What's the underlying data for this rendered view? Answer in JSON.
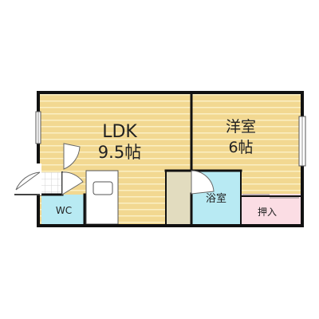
{
  "floorplan": {
    "colors": {
      "wood": "#f2d891",
      "wood_line": "#fbefc4",
      "tile": "#b8eaf3",
      "closet": "#fbdde4",
      "storage": "#e2dcbf",
      "wall": "#111111",
      "fixture": "#888888"
    },
    "rooms": {
      "ldk": {
        "name": "LDK",
        "size": "9.5帖"
      },
      "western": {
        "name": "洋室",
        "size": "6帖"
      },
      "bath": {
        "name": "浴室"
      },
      "closet": {
        "name": "押入"
      },
      "wc": {
        "name": "WC"
      }
    }
  }
}
